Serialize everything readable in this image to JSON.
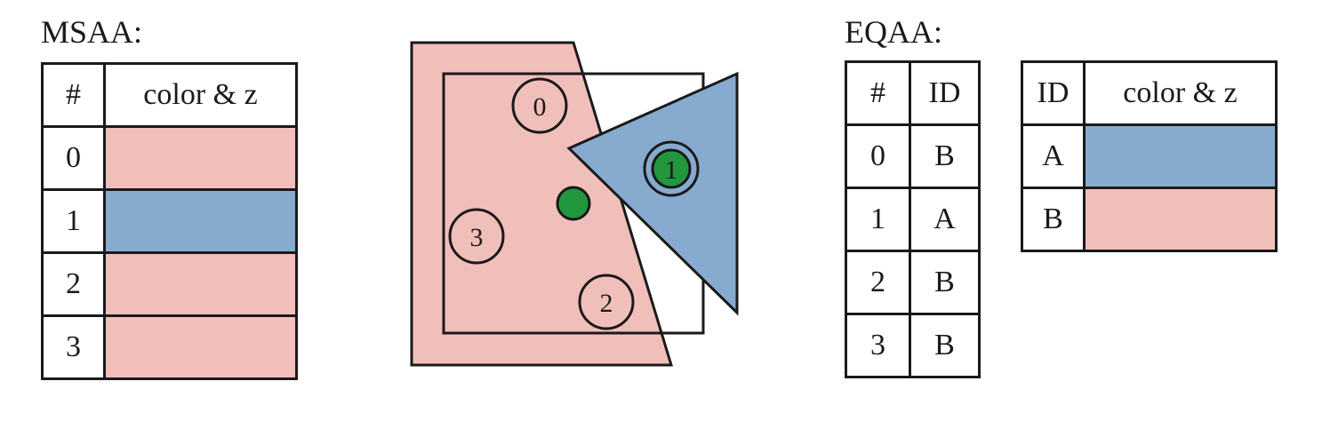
{
  "colors": {
    "pink": "#f1bfba",
    "blue": "#86abcf",
    "green": "#23973f",
    "line": "#1a1a1a"
  },
  "msaa": {
    "title": "MSAA:",
    "headers": [
      "#",
      "color & z"
    ],
    "rows": [
      {
        "num": "0",
        "color": "pink"
      },
      {
        "num": "1",
        "color": "blue"
      },
      {
        "num": "2",
        "color": "pink"
      },
      {
        "num": "3",
        "color": "pink"
      }
    ]
  },
  "diagram": {
    "samples": [
      "0",
      "1",
      "2",
      "3"
    ]
  },
  "eqaa": {
    "title": "EQAA:",
    "sample_table": {
      "headers": [
        "#",
        "ID"
      ],
      "rows": [
        {
          "num": "0",
          "id": "B"
        },
        {
          "num": "1",
          "id": "A"
        },
        {
          "num": "2",
          "id": "B"
        },
        {
          "num": "3",
          "id": "B"
        }
      ]
    },
    "id_table": {
      "headers": [
        "ID",
        "color & z"
      ],
      "rows": [
        {
          "id": "A",
          "color": "blue"
        },
        {
          "id": "B",
          "color": "pink"
        }
      ]
    }
  }
}
